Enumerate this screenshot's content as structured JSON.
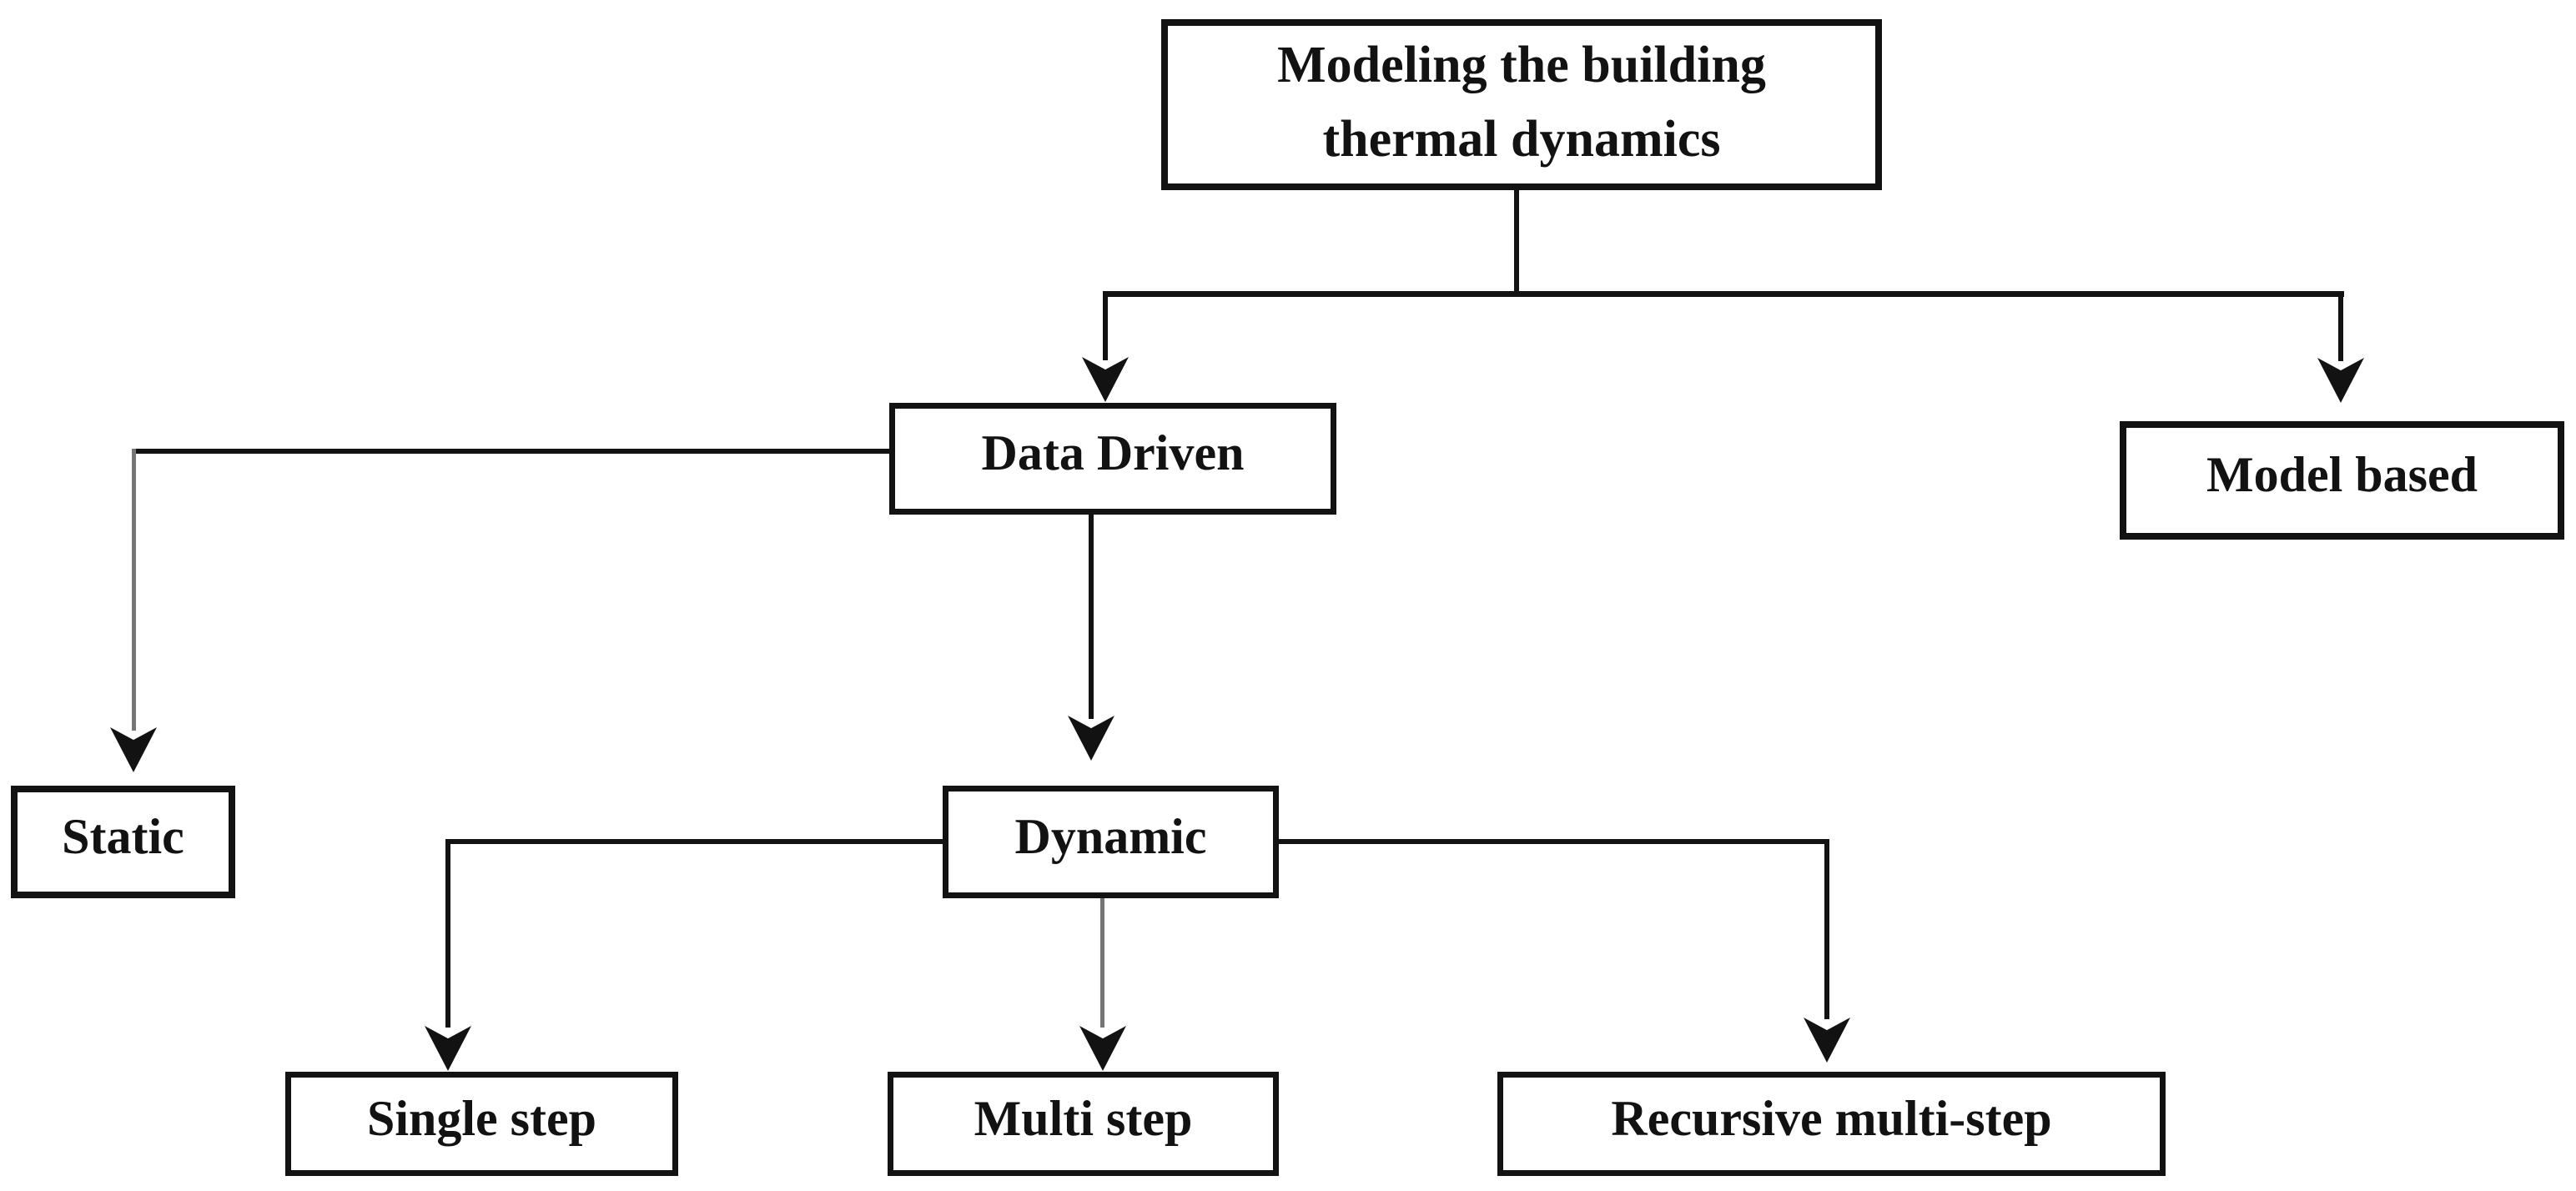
{
  "diagram": {
    "type": "flowchart",
    "background": "#ffffff",
    "colors": {
      "box_border": "#121212",
      "text": "#121212",
      "connector": "#121212",
      "connector_gray": "#757575"
    },
    "nodes": {
      "root": {
        "label": "Modeling the building thermal dynamics"
      },
      "data_driven": {
        "label": "Data Driven"
      },
      "model_based": {
        "label": "Model based"
      },
      "static": {
        "label": "Static"
      },
      "dynamic": {
        "label": "Dynamic"
      },
      "single_step": {
        "label": "Single step"
      },
      "multi_step": {
        "label": "Multi step"
      },
      "recursive_multi_step": {
        "label": "Recursive multi-step"
      }
    },
    "edges": [
      {
        "from": "root",
        "to": "data_driven",
        "arrow": "down"
      },
      {
        "from": "root",
        "to": "model_based",
        "arrow": "down"
      },
      {
        "from": "data_driven",
        "to": "static",
        "arrow": "down"
      },
      {
        "from": "data_driven",
        "to": "dynamic",
        "arrow": "down"
      },
      {
        "from": "dynamic",
        "to": "single_step",
        "arrow": "down"
      },
      {
        "from": "dynamic",
        "to": "multi_step",
        "arrow": "down"
      },
      {
        "from": "dynamic",
        "to": "recursive_multi_step",
        "arrow": "down"
      }
    ]
  }
}
